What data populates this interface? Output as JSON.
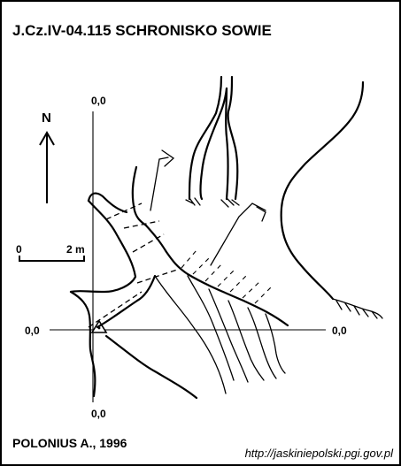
{
  "header": {
    "title": "J.Cz.IV-04.115  SCHRONISKO SOWIE"
  },
  "compass": {
    "label": "N"
  },
  "scale_bar": {
    "start_label": "0",
    "end_label": "2 m"
  },
  "grid_labels": {
    "top": "0,0",
    "left": "0,0",
    "right": "0,0",
    "bottom": "0,0"
  },
  "footer": {
    "author": "POLONIUS A., 1996",
    "source_url": "http://jaskiniepolski.pgi.gov.pl"
  }
}
